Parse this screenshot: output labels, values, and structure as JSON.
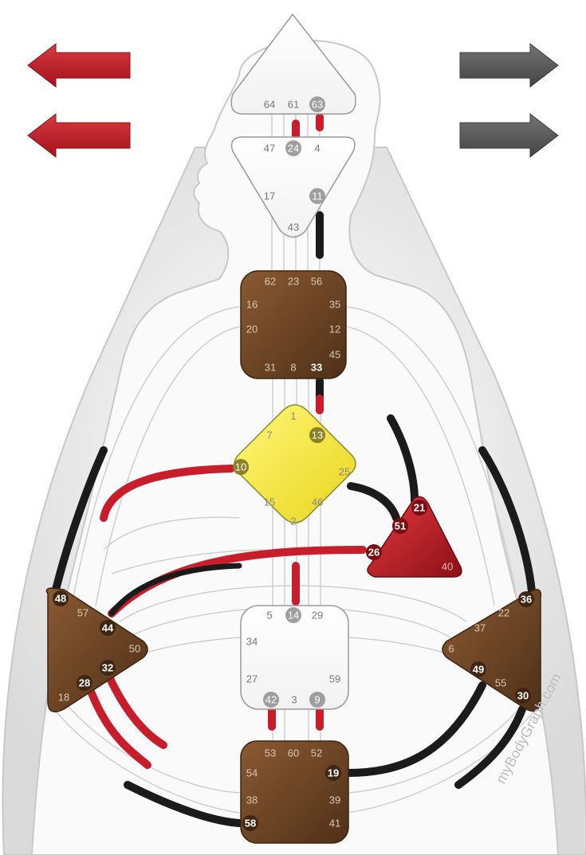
{
  "watermark": "myBodyGraph.com",
  "colors": {
    "brown": "#6b4425",
    "yellow": "#f3ea3a",
    "red": "#c81e2b",
    "black": "#1b1b1b",
    "arrow_red": "#c0202c",
    "arrow_gray": "#5a5a5a",
    "gate_active_bg": "#9e9e9e"
  },
  "arrows": {
    "left_top": "arrow-left-icon",
    "left_bottom": "arrow-left-icon",
    "right_top": "arrow-right-icon",
    "right_bottom": "arrow-right-icon"
  },
  "centers": {
    "head": {
      "gates": [
        "64",
        "61",
        "63"
      ],
      "defined": false
    },
    "ajna": {
      "gates": [
        "47",
        "24",
        "4",
        "17",
        "11",
        "43"
      ],
      "defined": false
    },
    "throat": {
      "gates": [
        "62",
        "23",
        "56",
        "16",
        "35",
        "20",
        "12",
        "45",
        "31",
        "8",
        "33"
      ],
      "defined": true
    },
    "g": {
      "gates": [
        "1",
        "7",
        "13",
        "10",
        "25",
        "15",
        "46",
        "2"
      ],
      "defined": true
    },
    "heart": {
      "gates": [
        "21",
        "51",
        "26",
        "40"
      ],
      "defined": true
    },
    "sacral": {
      "gates": [
        "5",
        "14",
        "29",
        "34",
        "27",
        "59",
        "42",
        "3",
        "9"
      ],
      "defined": false
    },
    "spleen": {
      "gates": [
        "48",
        "57",
        "44",
        "50",
        "32",
        "28",
        "18"
      ],
      "defined": true
    },
    "solar_plexus": {
      "gates": [
        "36",
        "22",
        "37",
        "6",
        "49",
        "55",
        "30"
      ],
      "defined": true
    },
    "root": {
      "gates": [
        "53",
        "60",
        "52",
        "54",
        "19",
        "38",
        "39",
        "58",
        "41"
      ],
      "defined": true
    }
  }
}
